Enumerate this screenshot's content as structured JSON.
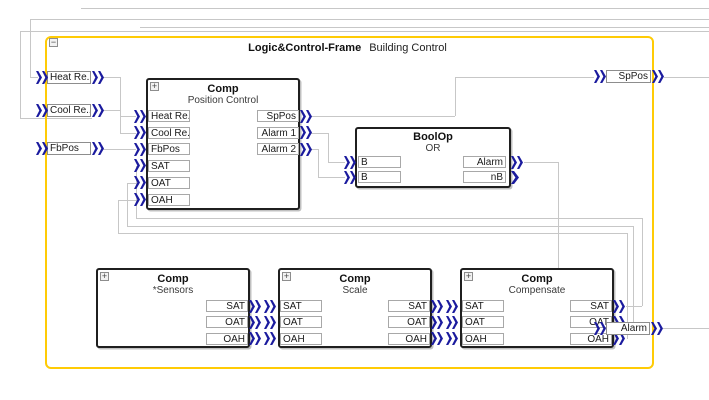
{
  "frame": {
    "title": "Logic&Control-Frame",
    "subtitle": "Building Control",
    "collapse_icon": "−"
  },
  "pins": {
    "heat": {
      "label": "Heat Re."
    },
    "cool": {
      "label": "Cool Re.."
    },
    "fbpos": {
      "label": "FbPos"
    },
    "sppos": {
      "label": "SpPos"
    },
    "alarm": {
      "label": "Alarm"
    }
  },
  "blocks": {
    "position_control": {
      "title": "Comp",
      "subtitle": "Position Control",
      "expand_icon": "+",
      "inputs": [
        "Heat Re.",
        "Cool Re..",
        "FbPos",
        "SAT",
        "OAT",
        "OAH"
      ],
      "outputs": [
        "SpPos",
        "Alarm 1",
        "Alarm 2"
      ]
    },
    "boolop": {
      "title": "BoolOp",
      "subtitle": "OR",
      "inputs": [
        "B",
        "B"
      ],
      "outputs": [
        "Alarm",
        "nB"
      ]
    },
    "sensors": {
      "title": "Comp",
      "subtitle": "*Sensors",
      "expand_icon": "+",
      "outputs": [
        "SAT",
        "OAT",
        "OAH"
      ]
    },
    "scale": {
      "title": "Comp",
      "subtitle": "Scale",
      "expand_icon": "+",
      "inputs": [
        "SAT",
        "OAT",
        "OAH"
      ],
      "outputs": [
        "SAT",
        "OAT",
        "OAH"
      ]
    },
    "compensate": {
      "title": "Comp",
      "subtitle": "Compensate",
      "expand_icon": "+",
      "inputs": [
        "SAT",
        "OAT",
        "OAH"
      ],
      "outputs": [
        "SAT",
        "OAT",
        "OAH"
      ]
    }
  },
  "colors": {
    "wire": "#c7c7c7",
    "chevron": "#1b1b9e",
    "frame_border": "#ffcb05",
    "block_border": "#1f1f1f"
  }
}
